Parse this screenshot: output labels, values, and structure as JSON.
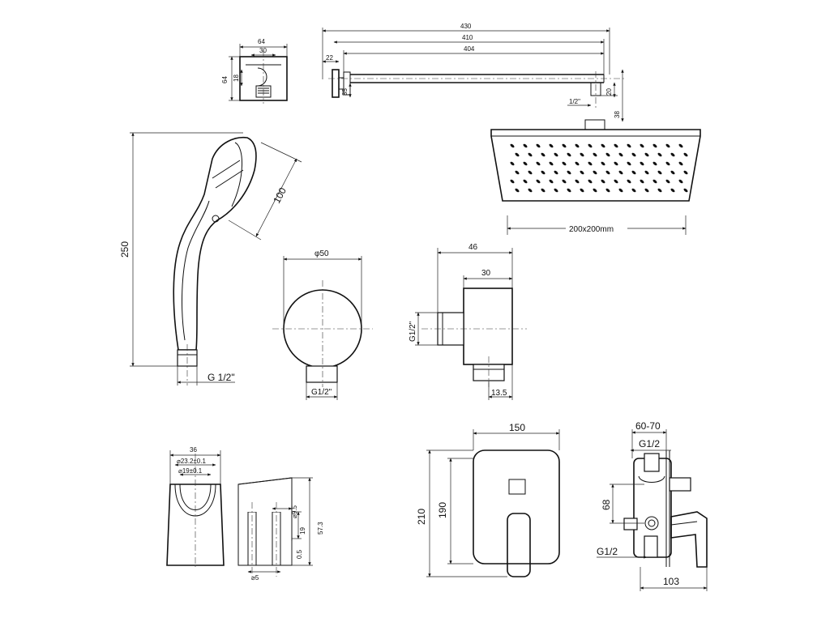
{
  "wall_connector_small": {
    "width": "64",
    "inner": "30",
    "height": "64",
    "port": "18"
  },
  "shower_arm": {
    "total": "430",
    "mid": "410",
    "inner": "404",
    "flange": "22",
    "flange_h": "35",
    "drop": "20",
    "thread": "1/2\"",
    "neck": "38"
  },
  "rain_head": {
    "size": "200x200mm"
  },
  "hand_shower": {
    "length": "250",
    "face": "100",
    "thread": "G 1/2\""
  },
  "round_outlet": {
    "diameter": "φ50",
    "thread": "G1/2\""
  },
  "outlet_side": {
    "depth": "46",
    "body": "30",
    "thread": "G1/2\"",
    "offset": "13.5"
  },
  "holder": {
    "width": "36",
    "d1": "⌀23.2±0.1",
    "d2": "⌀19±0.1",
    "hole": "⌀9.5",
    "h1": "19",
    "h2": "57.3",
    "h3": "0.5",
    "bottom": "⌀5"
  },
  "mixer_front": {
    "width": "150",
    "height": "210",
    "inner_h": "190"
  },
  "mixer_side": {
    "range": "60-70",
    "thread_top": "G1/2",
    "spacing": "68",
    "thread_bottom": "G1/2",
    "depth": "103"
  }
}
